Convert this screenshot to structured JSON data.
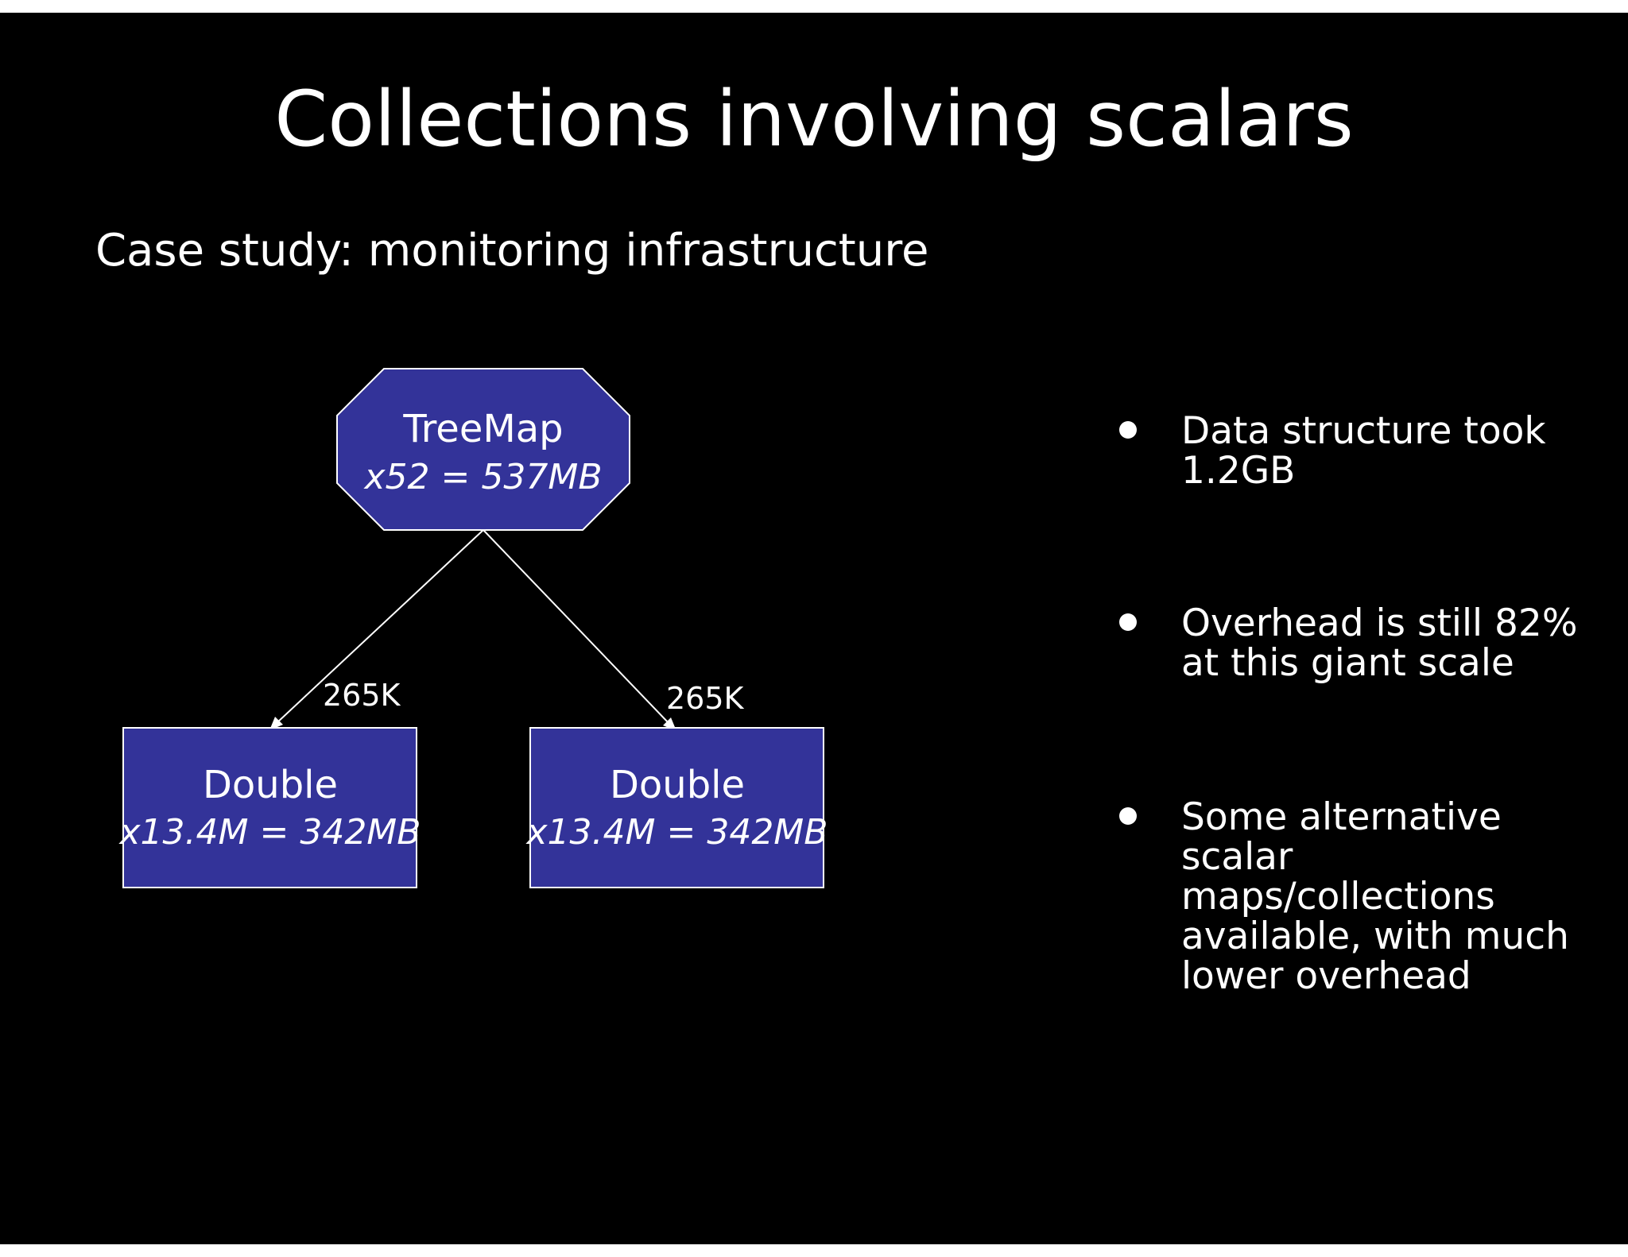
{
  "slide": {
    "title": "Collections involving scalars",
    "subtitle": "Case study: monitoring infrastructure"
  },
  "diagram": {
    "nodes": {
      "treemap": {
        "name": "TreeMap",
        "stat": "x52 = 537MB"
      },
      "double_left": {
        "name": "Double",
        "stat": "x13.4M = 342MB"
      },
      "double_right": {
        "name": "Double",
        "stat": "x13.4M = 342MB"
      }
    },
    "edges": {
      "left": {
        "label": "265K"
      },
      "right": {
        "label": "265K"
      }
    }
  },
  "bullets": [
    {
      "text": "Data structure took 1.2GB"
    },
    {
      "text": "Overhead is still 82% at this giant scale"
    },
    {
      "text": "Some alternative scalar maps/collections available, with much lower overhead"
    }
  ],
  "colors": {
    "background": "#000000",
    "node_fill": "#333399",
    "text": "#ffffff"
  }
}
